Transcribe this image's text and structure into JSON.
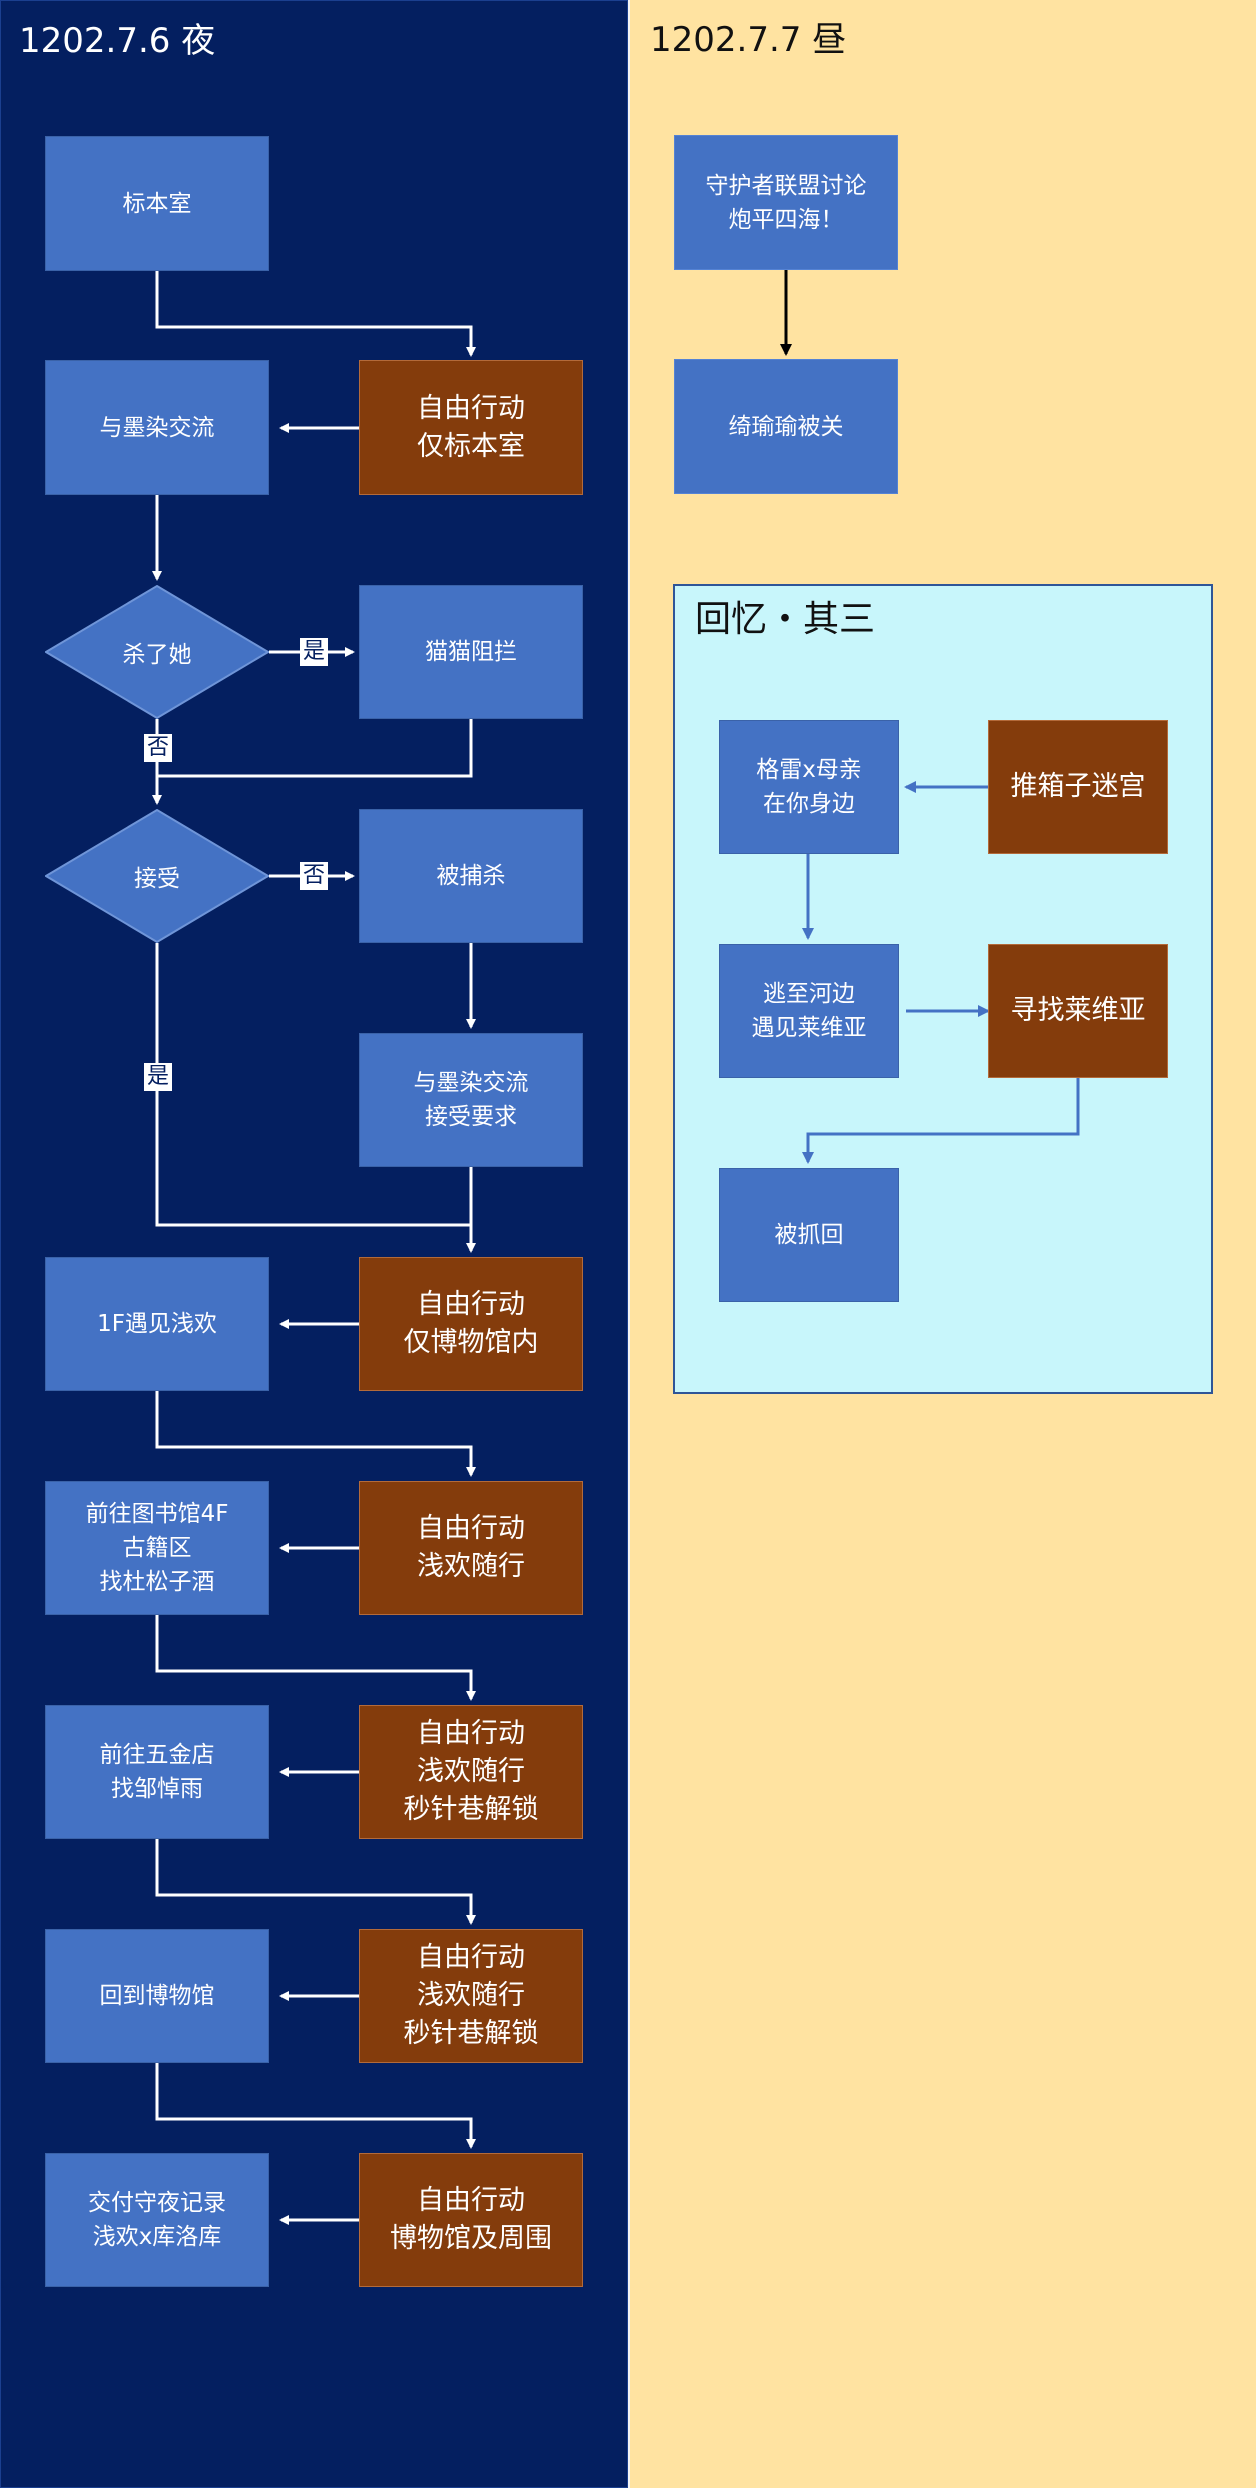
{
  "night": {
    "title": "1202.7.6 夜",
    "nodes": {
      "specimen_room": "标本室",
      "talk_moran": "与墨染交流",
      "free_specimen": "自由行动\n仅标本室",
      "kill_her": "杀了她",
      "cat_blocks": "猫猫阻拦",
      "accept": "接受",
      "captured_killed": "被捕杀",
      "talk_moran_accept": "与墨染交流\n接受要求",
      "meet_1f": "1F遇见浅欢",
      "free_museum": "自由行动\n仅博物馆内",
      "library_4f": "前往图书馆4F\n古籍区\n找杜松子酒",
      "free_follow_1": "自由行动\n浅欢随行",
      "hardware_store": "前往五金店\n找邹悼雨",
      "free_unlock_1": "自由行动\n浅欢随行\n秒针巷解锁",
      "back_museum": "回到博物馆",
      "free_unlock_2": "自由行动\n浅欢随行\n秒针巷解锁",
      "deliver_record": "交付守夜记录\n浅欢x库洛库",
      "free_surroundings": "自由行动\n博物馆及周围"
    },
    "edge_labels": {
      "kill_yes": "是",
      "kill_no": "否",
      "accept_no": "否",
      "accept_yes": "是"
    }
  },
  "day": {
    "title": "1202.7.7 昼",
    "nodes": {
      "guardian_discuss": "守护者联盟讨论\n炮平四海！",
      "qiyu_locked": "绮瑜瑜被关"
    },
    "memory": {
      "title": "回忆・其三",
      "nodes": {
        "gray_mother": "格雷x母亲\n在你身边",
        "push_box": "推箱子迷宫",
        "escape_river": "逃至河边\n遇见莱维亚",
        "find_levia": "寻找莱维亚",
        "caught_back": "被抓回"
      }
    }
  },
  "colors": {
    "night_bg": "#041f60",
    "day_bg": "#ffe3a1",
    "memory_bg": "#c8f6fb",
    "process_blue": "#4472c4",
    "action_brown": "#843c0c",
    "connector_white": "#ffffff",
    "connector_black": "#000000",
    "connector_blue": "#4472c4"
  }
}
